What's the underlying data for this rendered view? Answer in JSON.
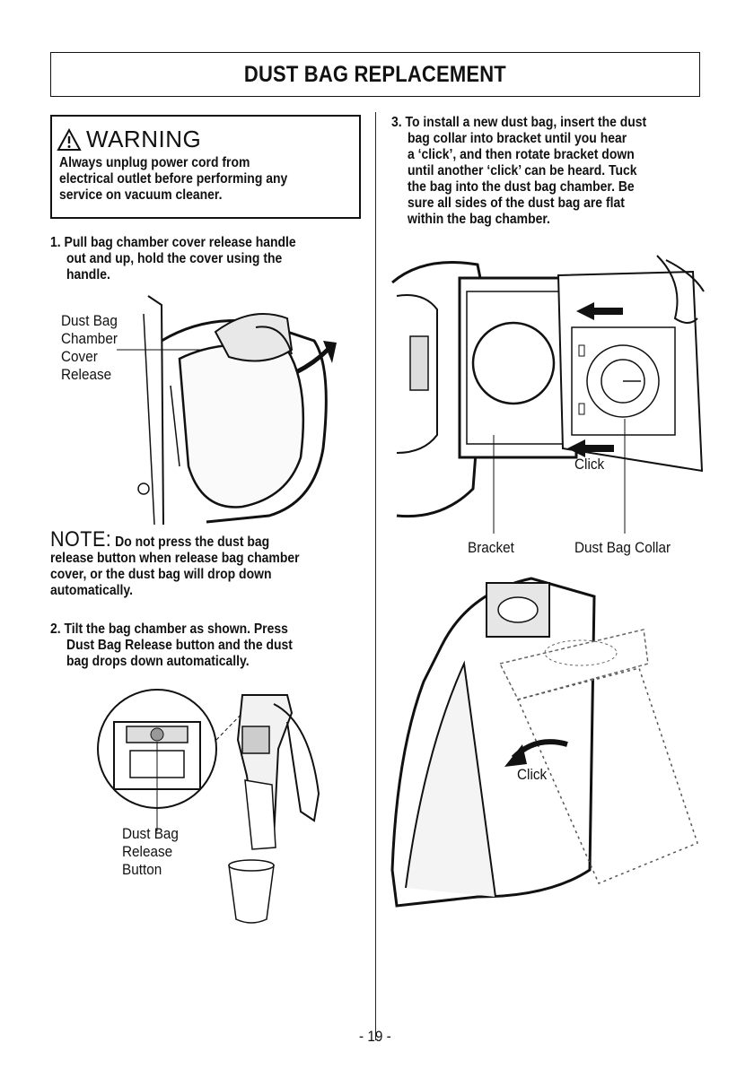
{
  "header": {
    "title": "DUST BAG REPLACEMENT"
  },
  "warning": {
    "title": "WARNING",
    "lines": [
      "Always unplug power cord from",
      "electrical outlet before performing any",
      "service on vacuum cleaner."
    ]
  },
  "step1": {
    "lines": [
      "1. Pull bag chamber cover release handle",
      "out and up, hold the cover using the",
      "handle."
    ],
    "label_lines": [
      "Dust Bag",
      "Chamber",
      "Cover",
      "Release"
    ]
  },
  "note": {
    "head": "NOTE:",
    "lines": [
      "Do not press the dust bag",
      "release button when release bag chamber",
      "cover, or the dust bag will drop down",
      "automatically."
    ]
  },
  "step2": {
    "lines": [
      "2. Tilt the bag chamber as shown. Press",
      "Dust Bag Release button and the dust",
      "bag drops down automatically."
    ],
    "label_lines": [
      "Dust Bag",
      "Release",
      "Button"
    ]
  },
  "step3": {
    "lines": [
      "3. To install a new dust bag, insert the dust",
      "bag collar into bracket until you hear",
      "a ‘click’, and then rotate bracket down",
      "until another ‘click’ can be heard. Tuck",
      "the bag into the dust bag chamber. Be",
      "sure all sides of the dust bag are flat",
      "within the bag chamber."
    ],
    "click_label": "Click",
    "bracket_label": "Bracket",
    "collar_label": "Dust Bag Collar",
    "click_label_2": "Click"
  },
  "footer": {
    "page_number": "- 19 -"
  }
}
